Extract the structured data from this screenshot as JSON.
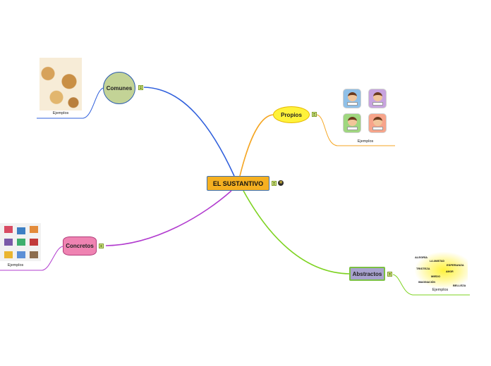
{
  "central": {
    "label": "EL SUSTANTIVO"
  },
  "branches": {
    "comunes": {
      "label": "Comunes",
      "caption": "Ejemplos",
      "color": "#2f5fdc"
    },
    "propios": {
      "label": "Propios",
      "caption": "Ejemplos",
      "color": "#f5a623"
    },
    "concretos": {
      "label": "Concretos",
      "caption": "Ejemplos",
      "color": "#b23ccf"
    },
    "abstractos": {
      "label": "Abstractos",
      "caption": "Ejemplos",
      "color": "#7ed321",
      "words": [
        "ALEGRÍA",
        "LA AMISTAD",
        "ESPERANZA",
        "TRISTEZA",
        "AMOR",
        "MIEDO",
        "IMAGINACIÓN",
        "BELLEZA"
      ]
    }
  },
  "icons": {
    "note": "note-icon",
    "hyperlink": "globe-icon"
  }
}
